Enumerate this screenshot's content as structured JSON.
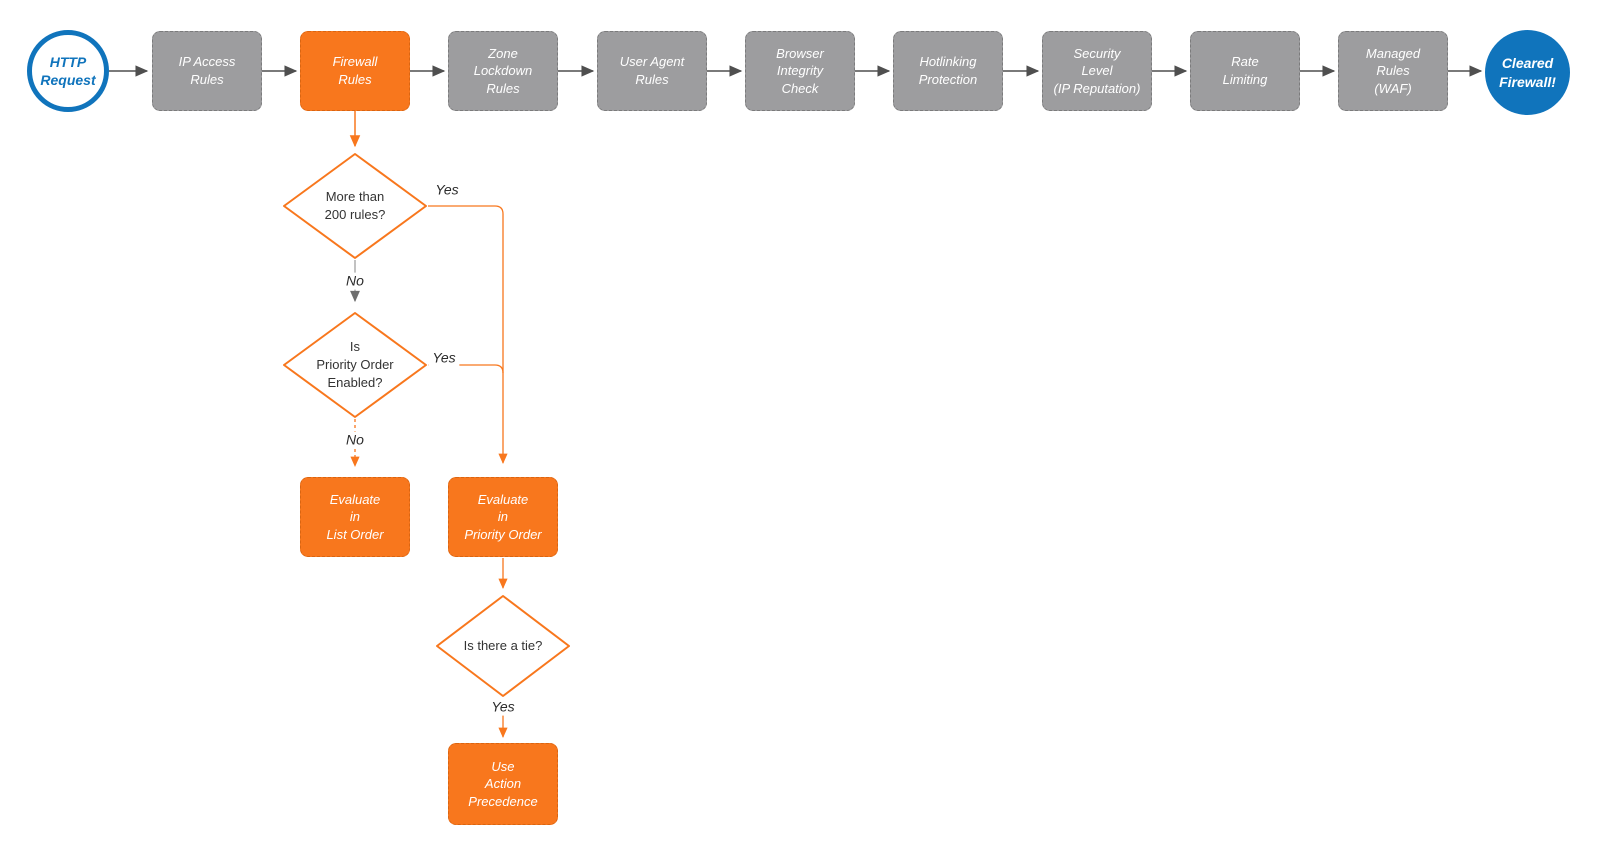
{
  "colors": {
    "accent_orange": "#F8771D",
    "node_gray": "#9D9D9F",
    "terminal_blue": "#1074BC",
    "connector_dark": "#4F4F4F",
    "connector_gray": "#9E9E9E",
    "text_on_fill": "#FFFFFF",
    "decision_text": "#333333"
  },
  "flow": {
    "start": "HTTP\nRequest",
    "steps": [
      {
        "label": "IP Access\nRules"
      },
      {
        "label": "Firewall\nRules"
      },
      {
        "label": "Zone\nLockdown\nRules"
      },
      {
        "label": "User Agent\nRules"
      },
      {
        "label": "Browser\nIntegrity\nCheck"
      },
      {
        "label": "Hotlinking\nProtection"
      },
      {
        "label": "Security\nLevel\n(IP Reputation)"
      },
      {
        "label": "Rate\nLimiting"
      },
      {
        "label": "Managed\nRules\n(WAF)"
      }
    ],
    "end": "Cleared\nFirewall!"
  },
  "branch": {
    "decision_more_rules": "More than\n200 rules?",
    "decision_priority_order": "Is\nPriority Order\nEnabled?",
    "decision_tie": "Is there a tie?",
    "evaluate_list_order": "Evaluate\nin\nList Order",
    "evaluate_priority_order": "Evaluate\nin\nPriority Order",
    "use_action_precedence": "Use\nAction\nPrecedence",
    "edge_labels": {
      "d1_yes": "Yes",
      "d1_no": "No",
      "d2_yes": "Yes",
      "d2_no": "No",
      "d3_yes": "Yes"
    }
  }
}
